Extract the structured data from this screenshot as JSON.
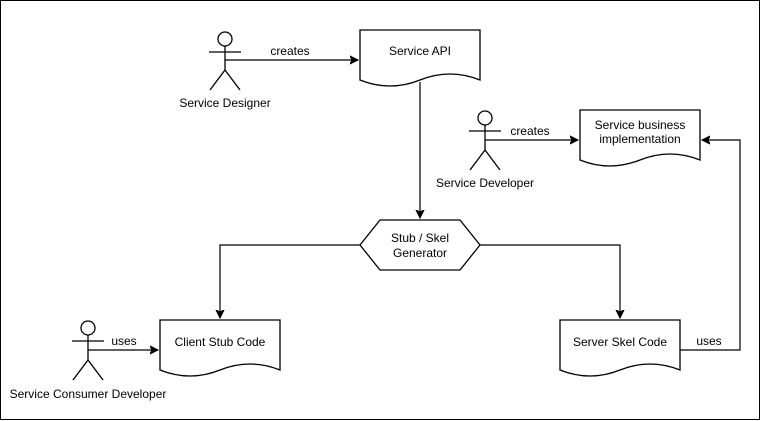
{
  "colors": {
    "stroke": "#000000",
    "fill": "#ffffff",
    "text": "#000000"
  },
  "actors": {
    "designer": "Service Designer",
    "developer": "Service Developer",
    "consumer": "Service Consumer Developer"
  },
  "documents": {
    "service_api": "Service API",
    "business_impl_line1": "Service business",
    "business_impl_line2": "implementation",
    "client_stub": "Client Stub Code",
    "server_skel": "Server Skel Code"
  },
  "generator": {
    "line1": "Stub / Skel",
    "line2": "Generator"
  },
  "edges": {
    "designer_creates": "creates",
    "developer_creates": "creates",
    "consumer_uses": "uses",
    "server_uses": "uses"
  }
}
